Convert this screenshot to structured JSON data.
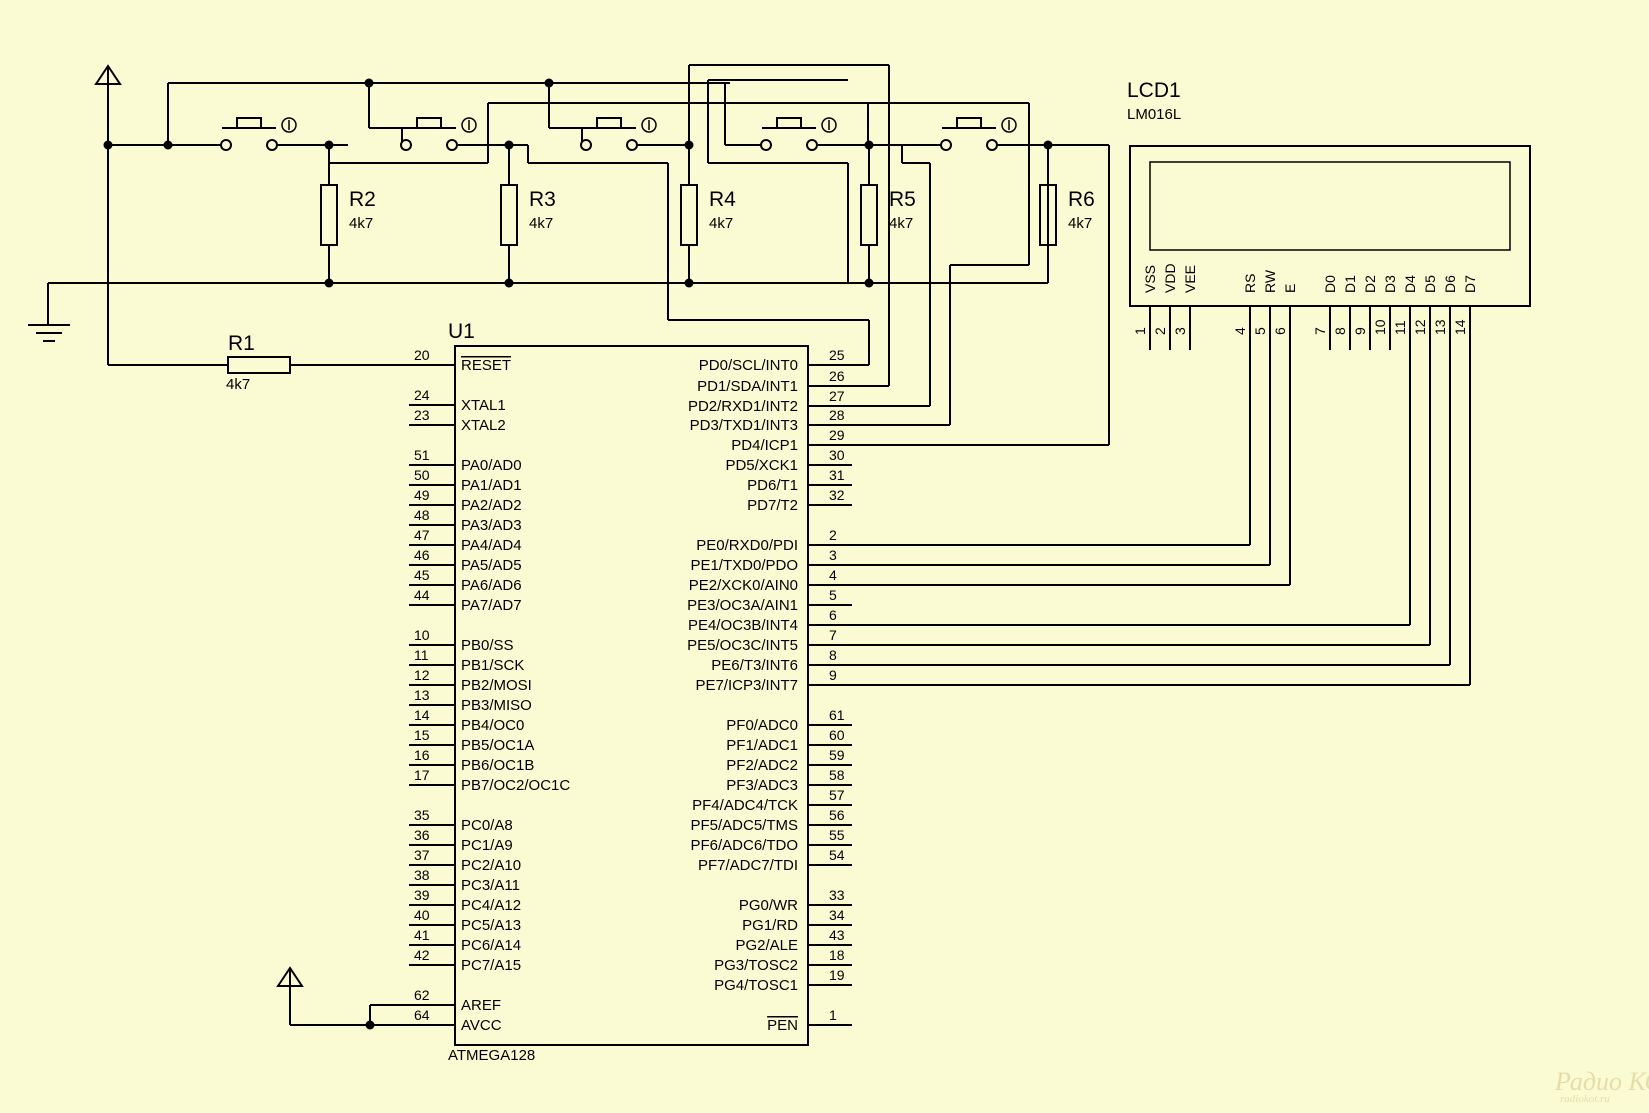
{
  "lcd": {
    "ref": "LCD1",
    "model": "LM016L",
    "pins": [
      {
        "name": "VSS",
        "num": "1"
      },
      {
        "name": "VDD",
        "num": "2"
      },
      {
        "name": "VEE",
        "num": "3"
      },
      {
        "name": "RS",
        "num": "4"
      },
      {
        "name": "RW",
        "num": "5"
      },
      {
        "name": "E",
        "num": "6"
      },
      {
        "name": "D0",
        "num": "7"
      },
      {
        "name": "D1",
        "num": "8"
      },
      {
        "name": "D2",
        "num": "9"
      },
      {
        "name": "D3",
        "num": "10"
      },
      {
        "name": "D4",
        "num": "11"
      },
      {
        "name": "D5",
        "num": "12"
      },
      {
        "name": "D6",
        "num": "13"
      },
      {
        "name": "D7",
        "num": "14"
      }
    ]
  },
  "resistors": [
    {
      "ref": "R1",
      "value": "4k7"
    },
    {
      "ref": "R2",
      "value": "4k7"
    },
    {
      "ref": "R3",
      "value": "4k7"
    },
    {
      "ref": "R4",
      "value": "4k7"
    },
    {
      "ref": "R5",
      "value": "4k7"
    },
    {
      "ref": "R6",
      "value": "4k7"
    }
  ],
  "mcu": {
    "ref": "U1",
    "model": "ATMEGA128",
    "left_pins": [
      {
        "num": "20",
        "name": "RESET",
        "over": true
      },
      {
        "num": "24",
        "name": "XTAL1"
      },
      {
        "num": "23",
        "name": "XTAL2"
      },
      {
        "num": "51",
        "name": "PA0/AD0"
      },
      {
        "num": "50",
        "name": "PA1/AD1"
      },
      {
        "num": "49",
        "name": "PA2/AD2"
      },
      {
        "num": "48",
        "name": "PA3/AD3"
      },
      {
        "num": "47",
        "name": "PA4/AD4"
      },
      {
        "num": "46",
        "name": "PA5/AD5"
      },
      {
        "num": "45",
        "name": "PA6/AD6"
      },
      {
        "num": "44",
        "name": "PA7/AD7"
      },
      {
        "num": "10",
        "name": "PB0/SS"
      },
      {
        "num": "11",
        "name": "PB1/SCK"
      },
      {
        "num": "12",
        "name": "PB2/MOSI"
      },
      {
        "num": "13",
        "name": "PB3/MISO"
      },
      {
        "num": "14",
        "name": "PB4/OC0"
      },
      {
        "num": "15",
        "name": "PB5/OC1A"
      },
      {
        "num": "16",
        "name": "PB6/OC1B"
      },
      {
        "num": "17",
        "name": "PB7/OC2/OC1C"
      },
      {
        "num": "35",
        "name": "PC0/A8"
      },
      {
        "num": "36",
        "name": "PC1/A9"
      },
      {
        "num": "37",
        "name": "PC2/A10"
      },
      {
        "num": "38",
        "name": "PC3/A11"
      },
      {
        "num": "39",
        "name": "PC4/A12"
      },
      {
        "num": "40",
        "name": "PC5/A13"
      },
      {
        "num": "41",
        "name": "PC6/A14"
      },
      {
        "num": "42",
        "name": "PC7/A15"
      },
      {
        "num": "62",
        "name": "AREF"
      },
      {
        "num": "64",
        "name": "AVCC"
      }
    ],
    "right_pins": [
      {
        "num": "25",
        "name": "PD0/SCL/INT0"
      },
      {
        "num": "26",
        "name": "PD1/SDA/INT1"
      },
      {
        "num": "27",
        "name": "PD2/RXD1/INT2"
      },
      {
        "num": "28",
        "name": "PD3/TXD1/INT3"
      },
      {
        "num": "29",
        "name": "PD4/ICP1"
      },
      {
        "num": "30",
        "name": "PD5/XCK1"
      },
      {
        "num": "31",
        "name": "PD6/T1"
      },
      {
        "num": "32",
        "name": "PD7/T2"
      },
      {
        "num": "2",
        "name": "PE0/RXD0/PDI"
      },
      {
        "num": "3",
        "name": "PE1/TXD0/PDO"
      },
      {
        "num": "4",
        "name": "PE2/XCK0/AIN0"
      },
      {
        "num": "5",
        "name": "PE3/OC3A/AIN1"
      },
      {
        "num": "6",
        "name": "PE4/OC3B/INT4"
      },
      {
        "num": "7",
        "name": "PE5/OC3C/INT5"
      },
      {
        "num": "8",
        "name": "PE6/T3/INT6"
      },
      {
        "num": "9",
        "name": "PE7/ICP3/INT7"
      },
      {
        "num": "61",
        "name": "PF0/ADC0"
      },
      {
        "num": "60",
        "name": "PF1/ADC1"
      },
      {
        "num": "59",
        "name": "PF2/ADC2"
      },
      {
        "num": "58",
        "name": "PF3/ADC3"
      },
      {
        "num": "57",
        "name": "PF4/ADC4/TCK"
      },
      {
        "num": "56",
        "name": "PF5/ADC5/TMS"
      },
      {
        "num": "55",
        "name": "PF6/ADC6/TDO"
      },
      {
        "num": "54",
        "name": "PF7/ADC7/TDI"
      },
      {
        "num": "33",
        "name": "PG0/WR"
      },
      {
        "num": "34",
        "name": "PG1/RD"
      },
      {
        "num": "43",
        "name": "PG2/ALE"
      },
      {
        "num": "18",
        "name": "PG3/TOSC2"
      },
      {
        "num": "19",
        "name": "PG4/TOSC1"
      },
      {
        "num": "1",
        "name": "PEN",
        "over": true
      }
    ]
  },
  "watermark": {
    "logo": "Радио КОТ",
    "url": "radiokot.ru"
  }
}
